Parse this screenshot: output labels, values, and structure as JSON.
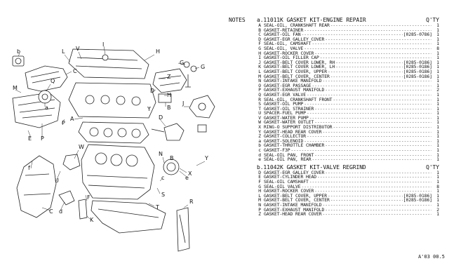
{
  "diagram": {
    "labels": [
      "b",
      "V",
      "I",
      "L",
      "C",
      "Q",
      "H",
      "G",
      "G",
      "Z",
      "D",
      "M",
      "a",
      "H",
      "Y",
      "B",
      "A",
      "D",
      "P",
      "E",
      "P",
      "N",
      "X",
      "J",
      "f",
      "W",
      "U",
      "c",
      "F",
      "S",
      "T",
      "C",
      "d",
      "K",
      "R",
      "e",
      "Y",
      "B"
    ]
  },
  "notes": {
    "notes_label": "NOTES",
    "qty_header": "Q'TY",
    "section_a": {
      "title": "a.11011K GASKET KIT-ENGINE REPAIR",
      "items": [
        {
          "code": "A",
          "name": "SEAL-OIL, CRANKSHAFT REAR",
          "part": "",
          "qty": "1"
        },
        {
          "code": "B",
          "name": "GASKET-RETAINER",
          "part": "",
          "qty": "1"
        },
        {
          "code": "C",
          "name": "GASKET-OIL FAN",
          "part": "[0285-0786]",
          "qty": "1"
        },
        {
          "code": "D",
          "name": "GASKET-EGR GALLEY COVER",
          "part": "",
          "qty": "1"
        },
        {
          "code": "F",
          "name": "SEAL-OIL, CAMSHAFT",
          "part": "",
          "qty": "1"
        },
        {
          "code": "G",
          "name": "SEAL-OIL, VALVE",
          "part": "",
          "qty": "8"
        },
        {
          "code": "H",
          "name": "GASKET-ROCKER COVER",
          "part": "",
          "qty": "1"
        },
        {
          "code": "I",
          "name": "GASKET-OIL FILLER CAP",
          "part": "",
          "qty": "1"
        },
        {
          "code": "J",
          "name": "GASKET-BELT COVER LOWER, RH",
          "part": "[0285-0186]",
          "qty": "1"
        },
        {
          "code": "K",
          "name": "GASKET-BELT COVER LOWER, LH",
          "part": "[0285-0186]",
          "qty": "1"
        },
        {
          "code": "L",
          "name": "GASKET-BELT COVER, UPPER",
          "part": "[0285-0186]",
          "qty": "1"
        },
        {
          "code": "M",
          "name": "GASKET-BELT COVER, CENTER",
          "part": "[0285-0186]",
          "qty": "1"
        },
        {
          "code": "N",
          "name": "GASKET-INTAKE MANIFOLD",
          "part": "",
          "qty": "1"
        },
        {
          "code": "O",
          "name": "GASKET-EGR PASSAGE",
          "part": "",
          "qty": "1"
        },
        {
          "code": "P",
          "name": "GASKET-EXHAUST MANIFOLD",
          "part": "",
          "qty": "2"
        },
        {
          "code": "Q",
          "name": "GASKET-EGR VALVE",
          "part": "",
          "qty": "1"
        },
        {
          "code": "R",
          "name": "SEAL-OIL, CRANKSHAFT FRONT",
          "part": "",
          "qty": "1"
        },
        {
          "code": "S",
          "name": "GASKET-OIL PUMP",
          "part": "",
          "qty": "1"
        },
        {
          "code": "T",
          "name": "GASKET-OIL STRAINER",
          "part": "",
          "qty": "1"
        },
        {
          "code": "U",
          "name": "SPACER-FUEL PUMP",
          "part": "",
          "qty": "1"
        },
        {
          "code": "V",
          "name": "GASKET-WATER PUMP",
          "part": "",
          "qty": "1"
        },
        {
          "code": "W",
          "name": "GASKET-WATER OUTLET",
          "part": "",
          "qty": "1"
        },
        {
          "code": "X",
          "name": "RING-O SUPPORT DISTRIBUTOR",
          "part": "",
          "qty": "1"
        },
        {
          "code": "Y",
          "name": "GASKET-HEAD REAR COVER",
          "part": "",
          "qty": "1"
        },
        {
          "code": "Z",
          "name": "GASKET-COLLECTOR",
          "part": "",
          "qty": "1"
        },
        {
          "code": "a",
          "name": "GASKET-SOLENOID",
          "part": "",
          "qty": "1"
        },
        {
          "code": "b",
          "name": "GASKET-THROTTLE CHAMBER",
          "part": "",
          "qty": "1"
        },
        {
          "code": "c",
          "name": "GASKET-F3P",
          "part": "",
          "qty": "1"
        },
        {
          "code": "d",
          "name": "SEAL-OIL PAN, FRONT",
          "part": "",
          "qty": "1"
        },
        {
          "code": "e",
          "name": "SEAL-OIL PAN, REAR",
          "part": "",
          "qty": "1"
        }
      ]
    },
    "section_b": {
      "title": "b.11042K GASKET KIT-VALVE REGRIND",
      "items": [
        {
          "code": "D",
          "name": "GASKET-EGR GALLEY COVER",
          "part": "",
          "qty": "1"
        },
        {
          "code": "E",
          "name": "GASKET-CYLINDER HEAD",
          "part": "",
          "qty": "1"
        },
        {
          "code": "F",
          "name": "SEAL-OIL CAMSHAFT",
          "part": "",
          "qty": "1"
        },
        {
          "code": "G",
          "name": "SEAL-OIL VALVE",
          "part": "",
          "qty": "8"
        },
        {
          "code": "H",
          "name": "GASKET-ROCKER COVER",
          "part": "",
          "qty": "1"
        },
        {
          "code": "L",
          "name": "GASKET-BELT COVER, UPPER",
          "part": "[0285-0186]",
          "qty": "1"
        },
        {
          "code": "M",
          "name": "GASKET-BELT COVER, CENTER",
          "part": "[0285-0186]",
          "qty": "1"
        },
        {
          "code": "N",
          "name": "GASKET-INTAKE MANIFOLD",
          "part": "",
          "qty": "1"
        },
        {
          "code": "P",
          "name": "GASKET-EXHAUST MANIFOLD",
          "part": "",
          "qty": "2"
        },
        {
          "code": "Z",
          "name": "GASKET-HEAD REAR COVER",
          "part": "",
          "qty": "1"
        }
      ]
    }
  },
  "catalog_id": "A'03  00.5"
}
